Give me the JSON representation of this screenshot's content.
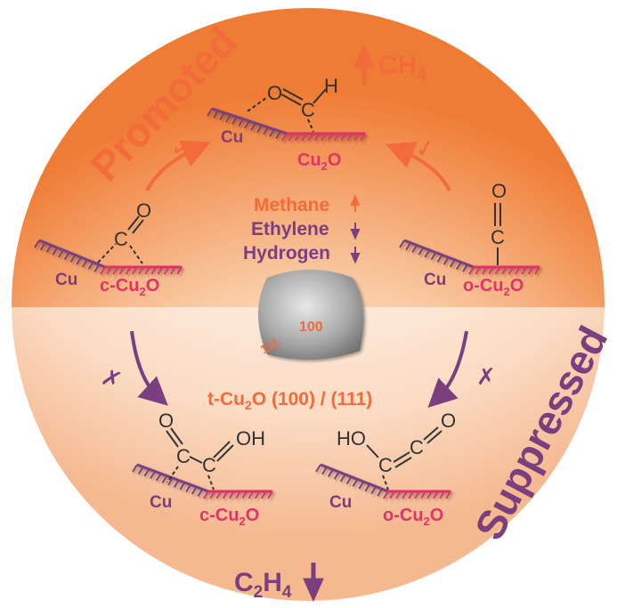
{
  "colors": {
    "orange": "#f26b3a",
    "purple": "#7a3f7f",
    "pink": "#e0336a",
    "dark": "#333333",
    "circle_top": "#f07f3a",
    "circle_bottom": "#f8caa8"
  },
  "labels": {
    "promoted": "Promoted",
    "suppressed": "Suppressed",
    "ch4_c": "CH",
    "ch4_sub": "4",
    "c2h4_c": "C",
    "c2h4_sub1": "2",
    "c2h4_h": "H",
    "c2h4_sub2": "4",
    "methane": "Methane",
    "ethylene": "Ethylene",
    "hydrogen": "Hydrogen",
    "facet_100": "100",
    "facet_111": "111",
    "catalyst_main": "t-Cu",
    "catalyst_sub": "2",
    "catalyst_rest": "O (100) / (111)",
    "check_mark": "✓",
    "cross_mark": "✗"
  },
  "molecules": {
    "top": {
      "o": "O",
      "c": "C",
      "h": "H"
    },
    "left": {
      "c": "C",
      "o": "O"
    },
    "right": {
      "c": "C",
      "o": "O"
    },
    "bottom_left": {
      "o": "O",
      "c1": "C",
      "c2": "C",
      "oh": "OH"
    },
    "bottom_right": {
      "ho": "HO",
      "c1": "C",
      "c2": "C",
      "o": "O"
    }
  },
  "surfaces": {
    "top": {
      "cu": "Cu",
      "oxide_main": "Cu",
      "oxide_sub": "2",
      "oxide_o": "O"
    },
    "left": {
      "cu": "Cu",
      "oxide_main": "c-Cu",
      "oxide_sub": "2",
      "oxide_o": "O"
    },
    "right": {
      "cu": "Cu",
      "oxide_main": "o-Cu",
      "oxide_sub": "2",
      "oxide_o": "O"
    },
    "bottom_left": {
      "cu": "Cu",
      "oxide_main": "c-Cu",
      "oxide_sub": "2",
      "oxide_o": "O"
    },
    "bottom_right": {
      "cu": "Cu",
      "oxide_main": "o-Cu",
      "oxide_sub": "2",
      "oxide_o": "O"
    }
  }
}
